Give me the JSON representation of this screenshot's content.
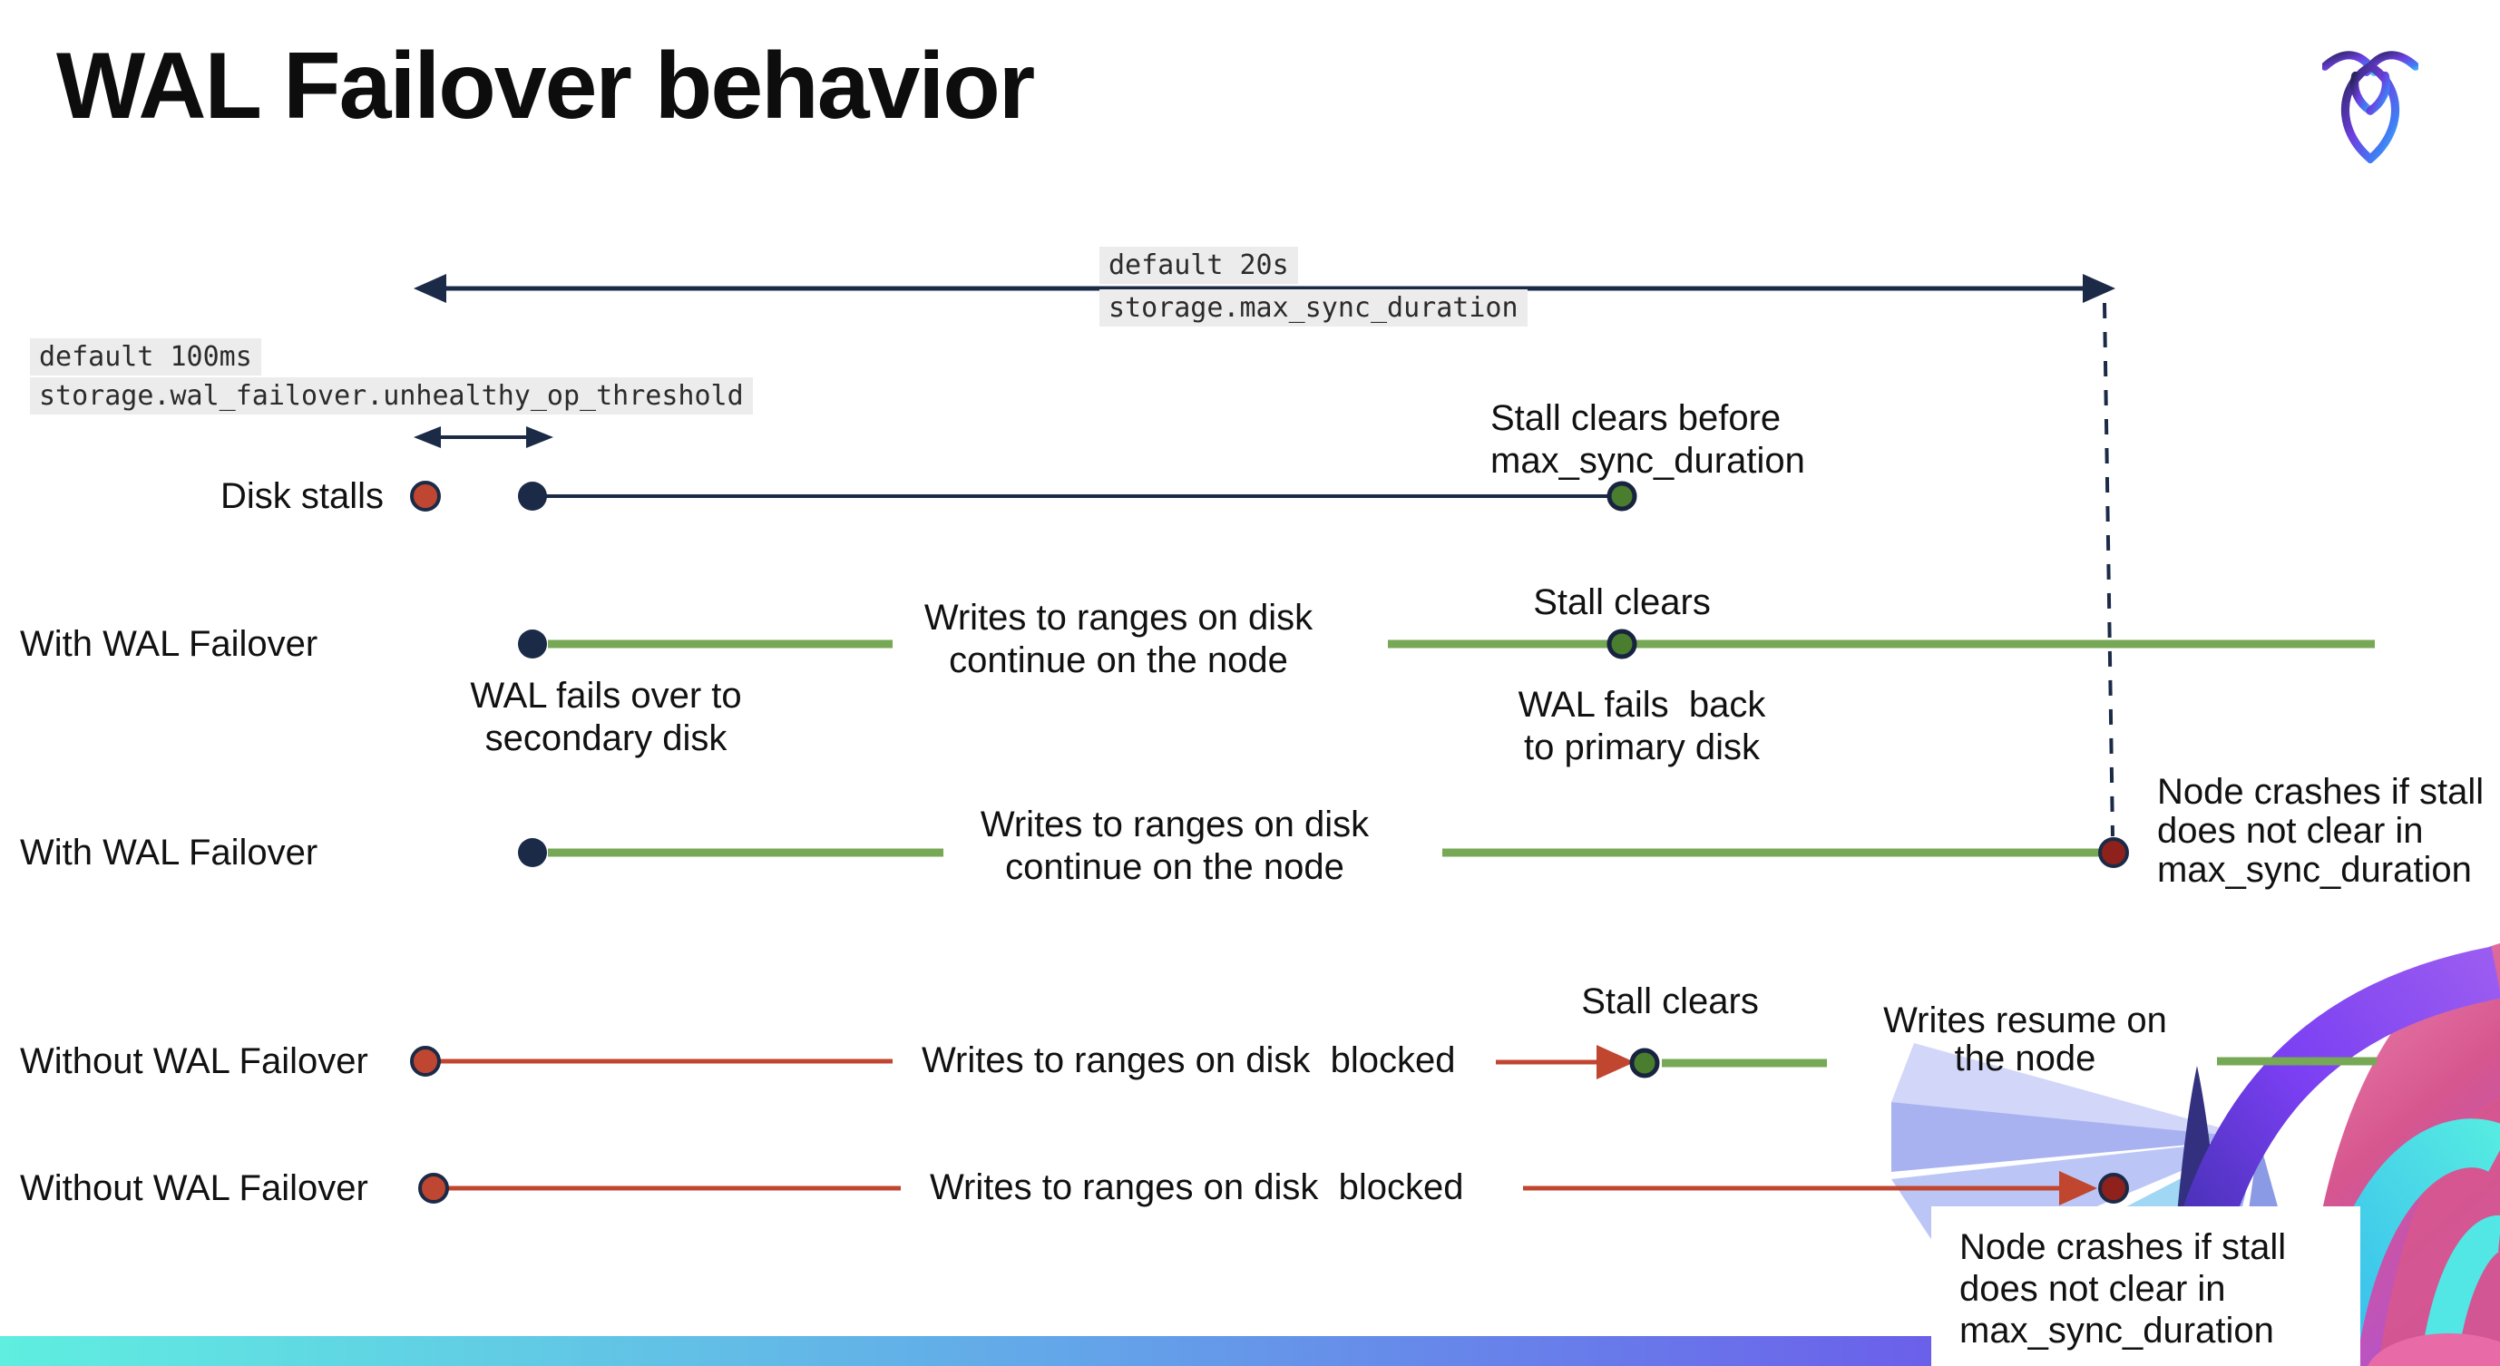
{
  "slide": {
    "title": "WAL Failover behavior"
  },
  "config": {
    "max_sync_default": "default 20s",
    "max_sync_setting": "storage.max_sync_duration",
    "threshold_default": "default 100ms",
    "threshold_setting": "storage.wal_failover.unhealthy_op_threshold"
  },
  "rows": {
    "disk_stalls": {
      "label": "Disk stalls",
      "stall_clears_note": "Stall clears before\nmax_sync_duration"
    },
    "with_failover_clears": {
      "label": "With WAL Failover",
      "failover_note": "WAL fails over to\nsecondary disk",
      "writes_note": "Writes to ranges on disk\ncontinue on the node",
      "stall_clears_note": "Stall clears",
      "failback_note": "WAL fails  back\nto primary disk"
    },
    "with_failover_crash": {
      "label": "With WAL Failover",
      "writes_note": "Writes to ranges on disk\ncontinue on the node",
      "crash_note": "Node crashes if stall\ndoes not clear in\nmax_sync_duration"
    },
    "without_failover_clears": {
      "label": "Without WAL Failover",
      "writes_note": "Writes to ranges on disk  blocked",
      "stall_clears_note": "Stall clears",
      "resume_note": "Writes resume on\nthe node"
    },
    "without_failover_crash": {
      "label": "Without WAL Failover",
      "writes_note": "Writes to ranges on disk  blocked",
      "crash_note": "Node crashes if stall\ndoes not clear in\nmax_sync_duration"
    }
  },
  "colors": {
    "navy": "#1b2a47",
    "red": "#c0462f",
    "green_line": "#76a855",
    "green_dot": "#4a7d2e",
    "maroon": "#8e211b",
    "label_bg": "#ececec",
    "bar_teal": "#5feee0",
    "bar_violet": "#5b2bec"
  }
}
